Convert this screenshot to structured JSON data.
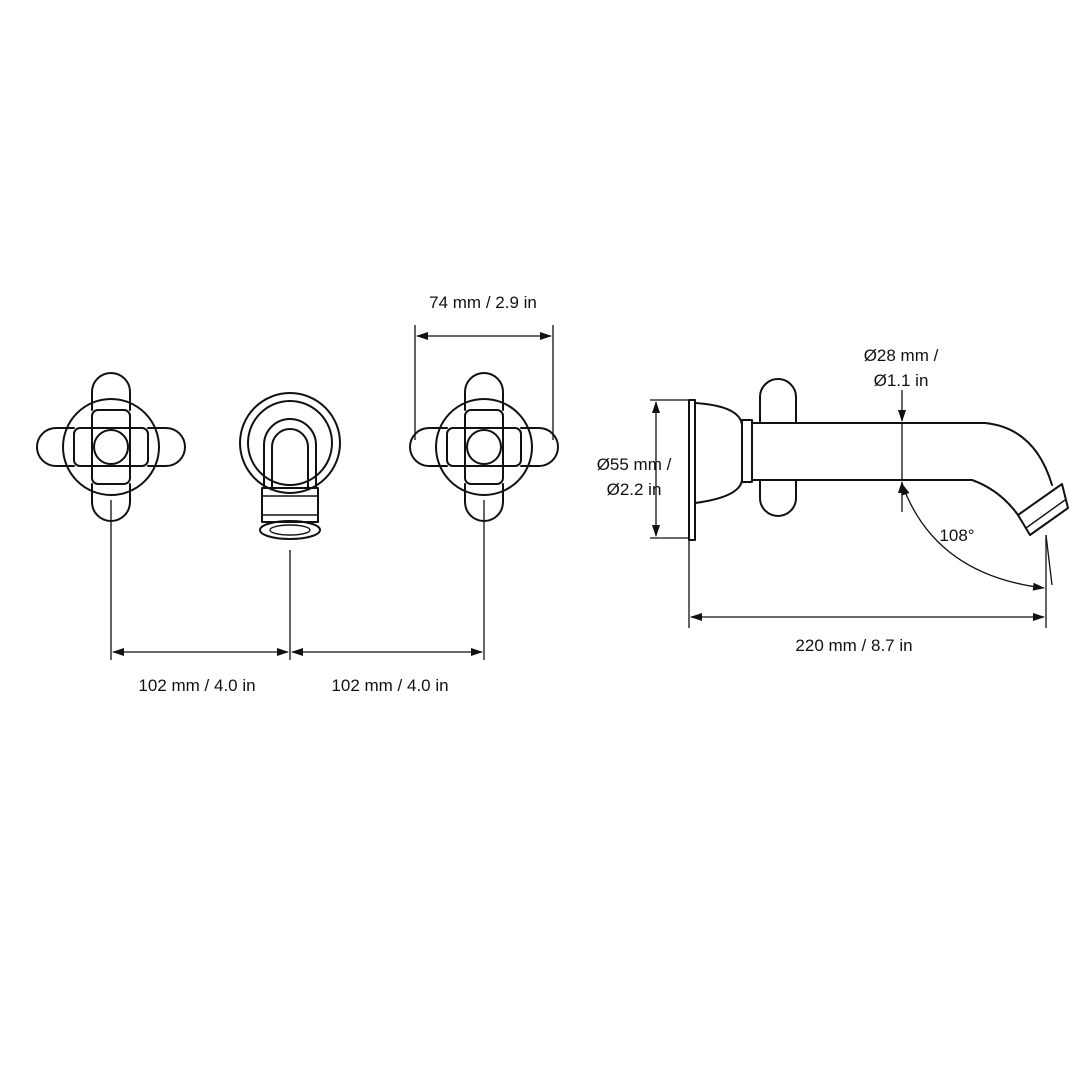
{
  "dimensions": {
    "handle_spacing_left": "102 mm / 4.0 in",
    "handle_spacing_right": "102 mm / 4.0 in",
    "handle_width": "74 mm / 2.9 in",
    "spout_diameter_line1": "Ø28 mm /",
    "spout_diameter_line2": "Ø1.1 in",
    "escutcheon_diameter_line1": "Ø55 mm /",
    "escutcheon_diameter_line2": "Ø2.2 in",
    "spout_angle": "108°",
    "spout_projection": "220 mm / 8.7 in"
  },
  "colors": {
    "line": "#111111",
    "background": "#ffffff"
  }
}
